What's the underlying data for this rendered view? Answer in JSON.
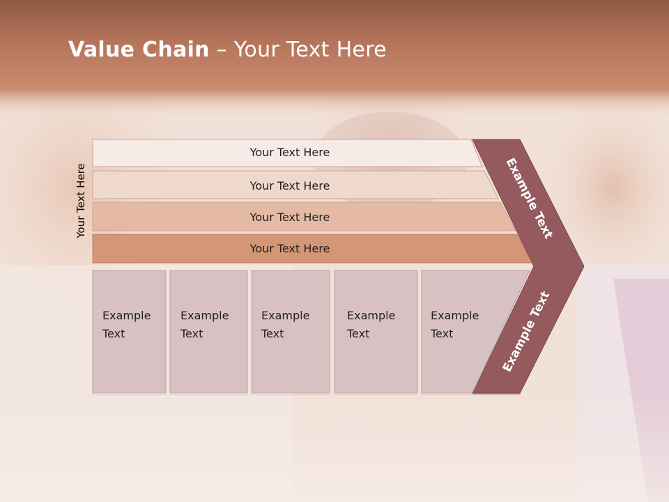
{
  "slide": {
    "title_bold": "Value Chain",
    "title_rest": " – Your Text Here",
    "side_label": "Your Text Here"
  },
  "colors": {
    "header_band": "#b86f52",
    "row1": "#f6ebe6",
    "row2": "#efd8cc",
    "row3": "#e4baa4",
    "row4": "#d49677",
    "box_fill": "#d8c1c3",
    "arrow_fill": "#955a5e"
  },
  "rows": [
    {
      "label": "Your Text Here"
    },
    {
      "label": "Your Text Here"
    },
    {
      "label": "Your Text Here"
    },
    {
      "label": "Your Text Here"
    }
  ],
  "boxes": [
    {
      "line1": "Example",
      "line2": "Text"
    },
    {
      "line1": "Example",
      "line2": "Text"
    },
    {
      "line1": "Example",
      "line2": "Text"
    },
    {
      "line1": "Example",
      "line2": "Text"
    },
    {
      "line1": "Example",
      "line2": "Text"
    }
  ],
  "arrow": {
    "upper_label": "Example Text",
    "lower_label": "Example Text"
  }
}
